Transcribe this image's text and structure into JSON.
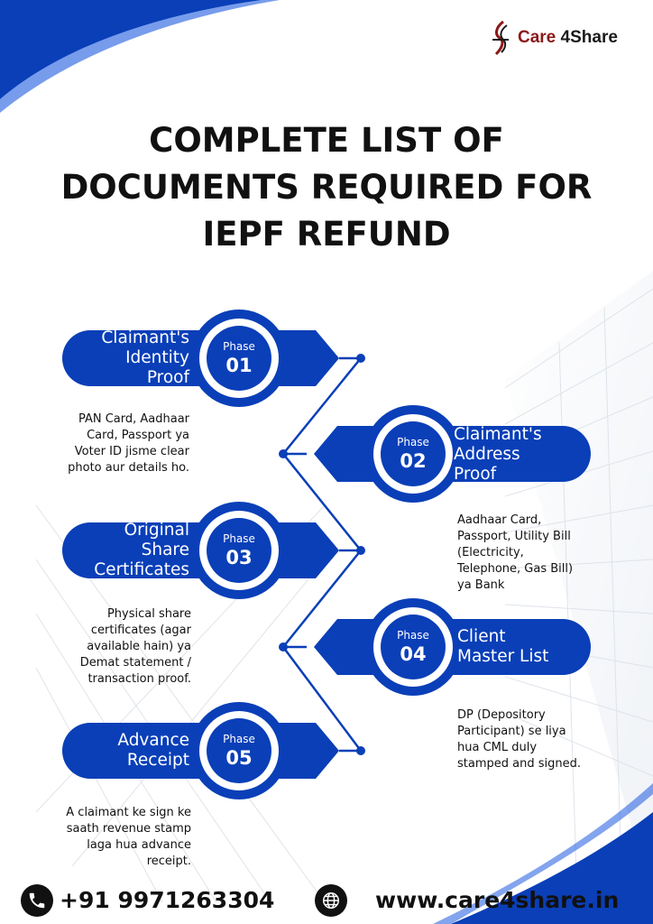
{
  "brand": {
    "name_part1": "Care",
    "name_part2": "4Share",
    "logo_icon": "care4share-logo-icon"
  },
  "title": {
    "line1": "COMPLETE LIST OF",
    "line2": "DOCUMENTS REQUIRED FOR",
    "line3": "IEPF REFUND"
  },
  "phases": [
    {
      "label": "Phase",
      "number": "01",
      "title_lines": [
        "Claimant's",
        "Identity",
        "Proof"
      ],
      "description_lines": [
        "PAN Card, Aadhaar",
        "Card, Passport ya",
        "Voter ID jisme clear",
        "photo aur details ho."
      ]
    },
    {
      "label": "Phase",
      "number": "02",
      "title_lines": [
        "Claimant's",
        "Address",
        "Proof"
      ],
      "description_lines": [
        "Aadhaar Card,",
        "Passport, Utility Bill",
        "(Electricity,",
        "Telephone, Gas Bill)",
        "ya Bank"
      ]
    },
    {
      "label": "Phase",
      "number": "03",
      "title_lines": [
        "Original",
        "Share",
        "Certificates"
      ],
      "description_lines": [
        "Physical share",
        "certificates (agar",
        "available hain) ya",
        "Demat statement /",
        "transaction proof."
      ]
    },
    {
      "label": "Phase",
      "number": "04",
      "title_lines": [
        "Client",
        "Master List"
      ],
      "description_lines": [
        "DP (Depository",
        "Participant) se liya",
        "hua CML duly",
        "stamped and signed."
      ]
    },
    {
      "label": "Phase",
      "number": "05",
      "title_lines": [
        "Advance",
        "Receipt"
      ],
      "description_lines": [
        "A claimant ke sign ke",
        "saath revenue stamp",
        "laga hua advance",
        "receipt."
      ]
    }
  ],
  "footer": {
    "phone": "+91 9971263304",
    "phone_icon": "phone-icon",
    "website": "www.care4share.in",
    "website_icon": "globe-icon"
  },
  "colors": {
    "primary_blue": "#0a3fb8",
    "dark_blue": "#0834a0",
    "accent_blue": "#1d5ae0",
    "text_dark": "#111111"
  }
}
